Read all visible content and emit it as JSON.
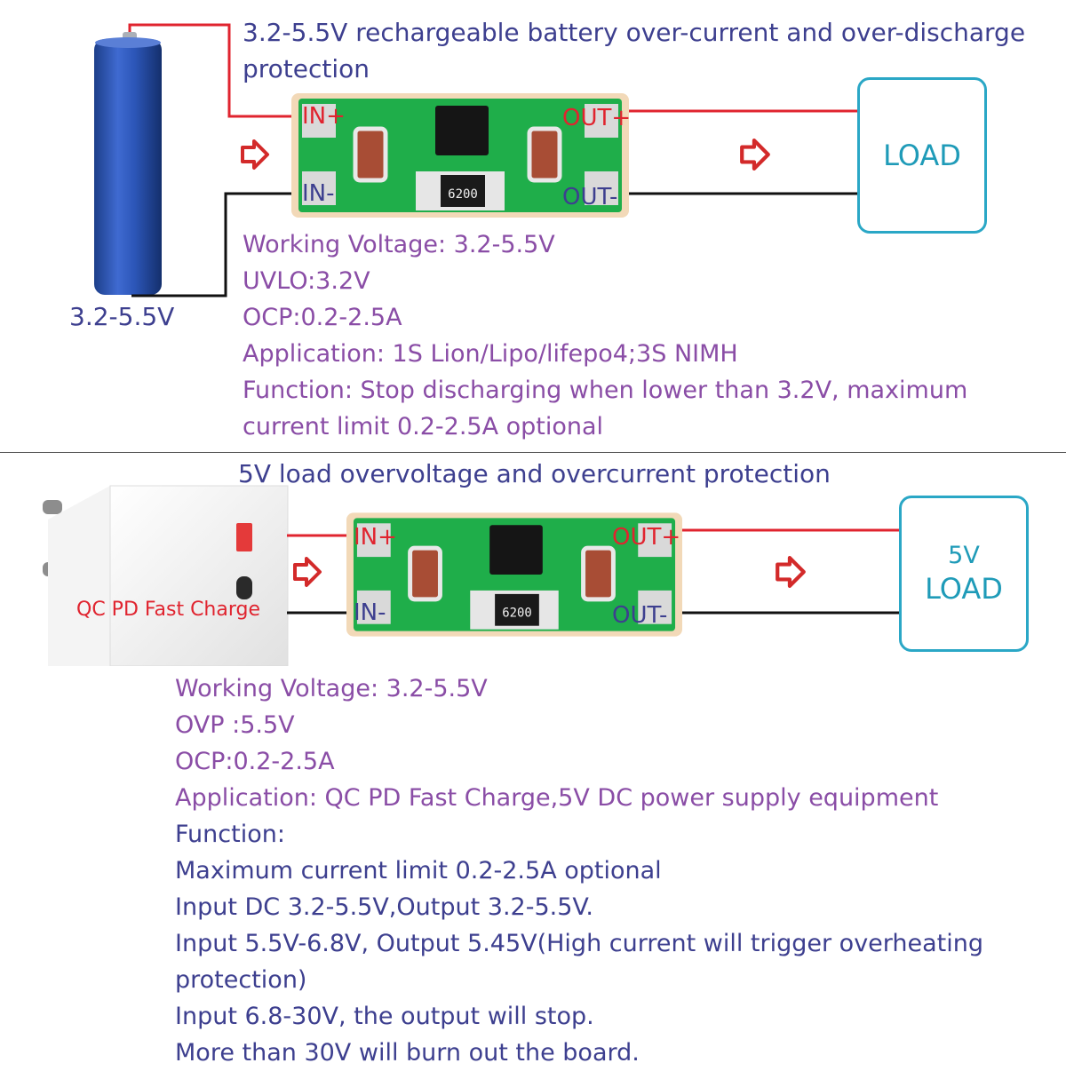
{
  "top": {
    "title_line1": "3.2-5.5V rechargeable battery over-current and over-discharge",
    "title_line2": "protection",
    "battery_label": "3.2-5.5V",
    "load_label": "LOAD",
    "pins": {
      "in_pos": "IN+",
      "in_neg": "IN-",
      "out_pos": "OUT+",
      "out_neg": "OUT-"
    },
    "chip_marking": "6200",
    "specs": [
      "Working Voltage: 3.2-5.5V",
      "UVLO:3.2V",
      "OCP:0.2-2.5A",
      "Application: 1S Lion/Lipo/lifepo4;3S NIMH",
      "Function: Stop discharging when lower than 3.2V, maximum",
      "current limit 0.2-2.5A optional"
    ]
  },
  "bottom": {
    "title": "5V load overvoltage and overcurrent protection",
    "charger_label": "QC PD Fast Charge",
    "load_label_top": "5V",
    "load_label_bottom": "LOAD",
    "pins": {
      "in_pos": "IN+",
      "in_neg": "IN-",
      "out_pos": "OUT+",
      "out_neg": "OUT-"
    },
    "chip_marking": "6200",
    "specs_purple": [
      "Working Voltage: 3.2-5.5V",
      "OVP :5.5V",
      "OCP:0.2-2.5A",
      "Application: QC PD Fast Charge,5V DC power supply equipment"
    ],
    "specs_navy": [
      "Function:",
      "Maximum current limit 0.2-2.5A optional",
      "Input DC  3.2-5.5V,Output 3.2-5.5V.",
      "Input 5.5V-6.8V, Output 5.45V(High current will trigger overheating",
      "protection)",
      "Input 6.8-30V, the output will stop.",
      "More than 30V will burn out the board."
    ]
  },
  "colors": {
    "positive_wire": "#e0242f",
    "negative_wire": "#111111",
    "pcb_green": "#1fae4a",
    "load_border": "#2aa7c6",
    "spec_text": "#8a4da6",
    "function_text": "#3d3f8f"
  },
  "icons": [
    "battery-icon",
    "charger-icon",
    "arrow-right-icon",
    "pcb-module-icon"
  ]
}
